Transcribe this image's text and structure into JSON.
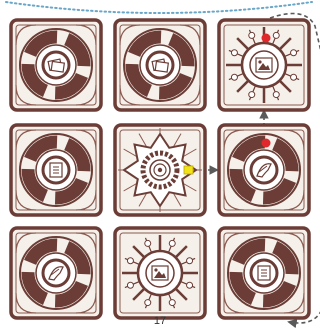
{
  "page": {
    "number": "17"
  },
  "colors": {
    "ink": "#6b3d36",
    "tile_bg": "#f6f0ea",
    "tile_line": "#8a5a50",
    "accent_red": "#e0282c",
    "accent_yellow": "#f2e21a",
    "dotted_blue": "#6aa6c8",
    "dashed_connector": "#5a5a5a"
  },
  "grid": {
    "rows": 3,
    "cols": 3,
    "tiles": [
      {
        "row": 0,
        "col": 0,
        "style": "wheel",
        "hub_icon": "cards-icon",
        "marker": "none"
      },
      {
        "row": 0,
        "col": 1,
        "style": "wheel",
        "hub_icon": "cards-icon",
        "marker": "none"
      },
      {
        "row": 0,
        "col": 2,
        "style": "sun",
        "hub_icon": "scene-icon",
        "marker": "red-dot"
      },
      {
        "row": 1,
        "col": 0,
        "style": "wheel",
        "hub_icon": "book-icon",
        "marker": "none"
      },
      {
        "row": 1,
        "col": 1,
        "style": "star",
        "hub_icon": "star-hub-icon",
        "marker": "yellow-square"
      },
      {
        "row": 1,
        "col": 2,
        "style": "wheel",
        "hub_icon": "horse-icon",
        "marker": "red-dot"
      },
      {
        "row": 2,
        "col": 0,
        "style": "wheel",
        "hub_icon": "horse-icon",
        "marker": "none"
      },
      {
        "row": 2,
        "col": 1,
        "style": "sun",
        "hub_icon": "scene-icon",
        "marker": "none"
      },
      {
        "row": 2,
        "col": 2,
        "style": "wheel",
        "hub_icon": "book-icon",
        "marker": "none"
      }
    ]
  },
  "connectors": [
    {
      "from": "tile-1-1",
      "to": "tile-1-2",
      "style": "dashed-arrow"
    },
    {
      "from": "tile-1-2",
      "to": "tile-0-2",
      "style": "dashed-arrow"
    },
    {
      "from": "tile-0-2",
      "to": "tile-2-2",
      "style": "dashed-loop-right"
    }
  ]
}
